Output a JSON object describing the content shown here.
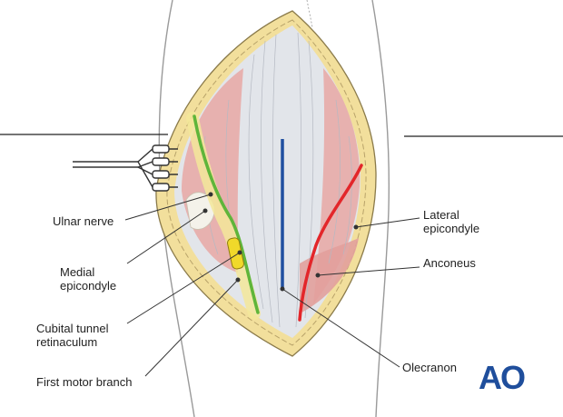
{
  "labels": {
    "ulnar_nerve": "Ulnar nerve",
    "medial_epicondyle_line1": "Medial",
    "medial_epicondyle_line2": "epicondyle",
    "cubital_tunnel_line1": "Cubital tunnel",
    "cubital_tunnel_line2": "retinaculum",
    "first_motor_branch": "First motor branch",
    "lateral_epicondyle_line1": "Lateral",
    "lateral_epicondyle_line2": "epicondyle",
    "anconeus": "Anconeus",
    "olecranon": "Olecranon"
  },
  "logo": {
    "text": "AO"
  },
  "colors": {
    "ulnar_nerve": "#5fb53a",
    "incision": "#e3262a",
    "olecranon_line": "#1f4fa0",
    "muscle": "#e8a8a4",
    "fascia": "#e2e5ea",
    "fat_margin": "#f2df9c",
    "logo": "#1f4e9c"
  }
}
